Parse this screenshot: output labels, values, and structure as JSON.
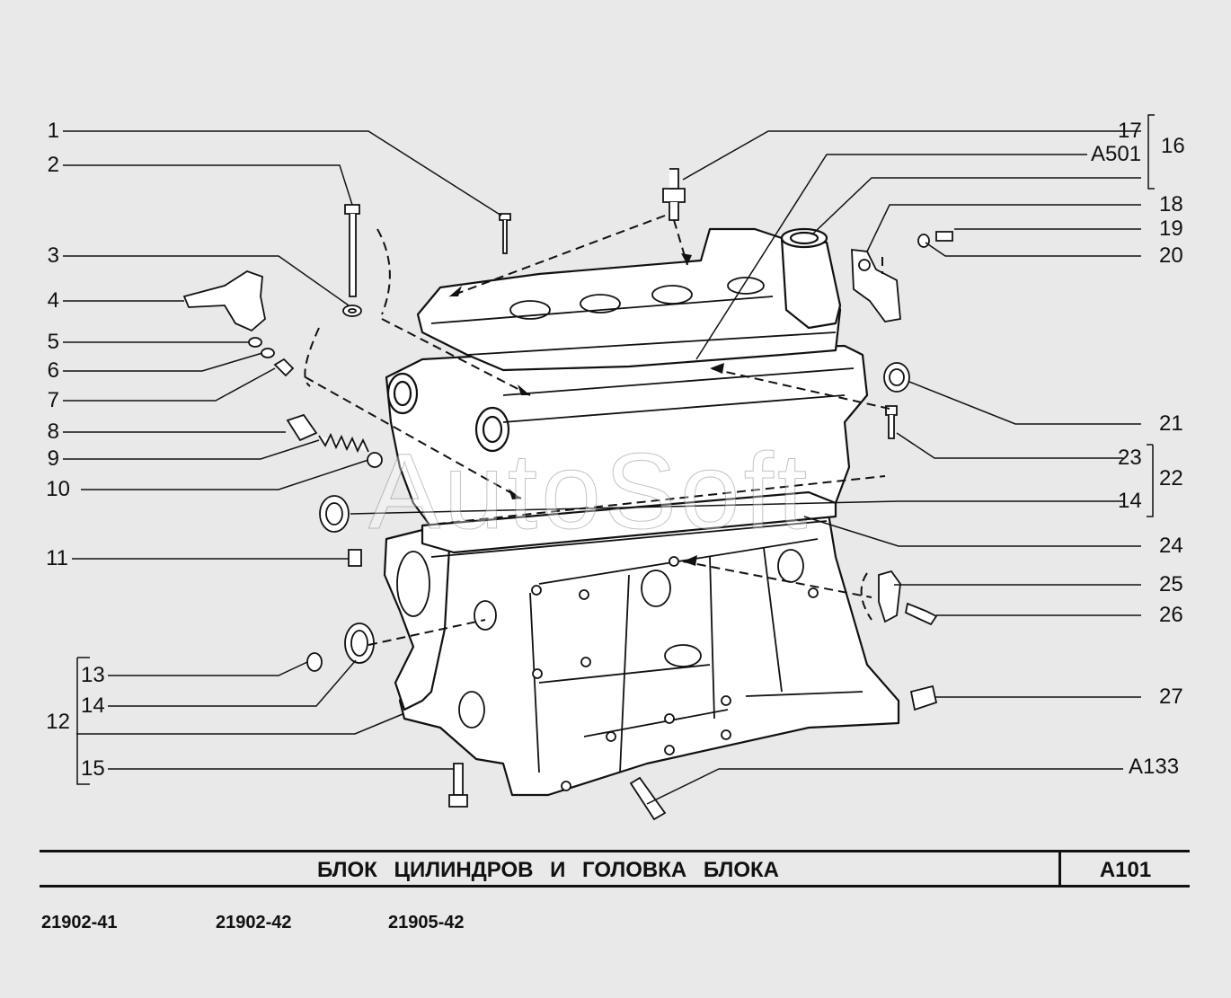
{
  "callouts": {
    "c1": "1",
    "c2": "2",
    "c3": "3",
    "c4": "4",
    "c5": "5",
    "c6": "6",
    "c7": "7",
    "c8": "8",
    "c9": "9",
    "c10": "10",
    "c11": "11",
    "c12": "12",
    "c13": "13",
    "c14a": "14",
    "c15": "15",
    "c16": "16",
    "c17": "17",
    "cA501": "A501",
    "c18": "18",
    "c19": "19",
    "c20": "20",
    "c21": "21",
    "c22": "22",
    "c23": "23",
    "c14b": "14",
    "c24": "24",
    "c25": "25",
    "c26": "26",
    "c27": "27",
    "cA133": "A133"
  },
  "watermark": "AutoSoft",
  "title": {
    "text": "БЛОК ЦИЛИНДРОВ И ГОЛОВКА БЛОКА",
    "code": "A101"
  },
  "models": [
    "21902-41",
    "21902-42",
    "21905-42"
  ],
  "colors": {
    "background": "#e9e9e9",
    "line": "#111111",
    "part_fill": "#ffffff"
  }
}
